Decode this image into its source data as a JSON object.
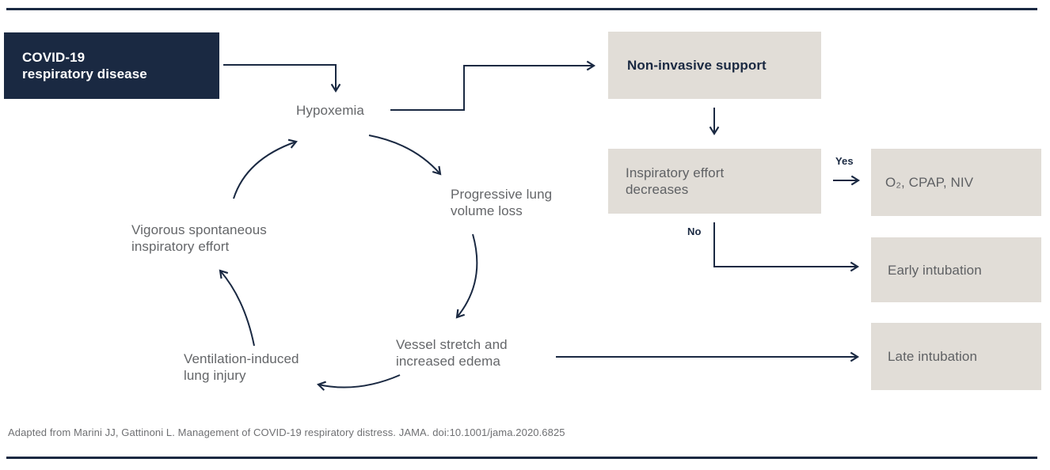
{
  "colors": {
    "navy": "#1a2942",
    "beige": "#e1ddd7",
    "gray_text": "#646669",
    "white_text": "#ffffff"
  },
  "nodes": {
    "covid": {
      "line1": "COVID-19",
      "line2": "respiratory disease"
    },
    "noninvasive": {
      "label": "Non-invasive support"
    },
    "inspiratory": {
      "line1": "Inspiratory effort",
      "line2": "decreases"
    },
    "o2": {
      "label": "O₂, CPAP, NIV"
    },
    "early": {
      "label": "Early intubation"
    },
    "late": {
      "label": "Late intubation"
    }
  },
  "cycle": {
    "hypoxemia": "Hypoxemia",
    "progressive": {
      "line1": "Progressive lung",
      "line2": "volume loss"
    },
    "vessel": {
      "line1": "Vessel stretch and",
      "line2": "increased edema"
    },
    "ventilation": {
      "line1": "Ventilation-induced",
      "line2": "lung injury"
    },
    "vigorous": {
      "line1": "Vigorous spontaneous",
      "line2": "inspiratory effort"
    }
  },
  "branches": {
    "yes": "Yes",
    "no": "No"
  },
  "footer": {
    "citation": "Adapted from Marini JJ, Gattinoni L. Management of COVID-19 respiratory distress. JAMA. doi:10.1001/jama.2020.6825"
  }
}
